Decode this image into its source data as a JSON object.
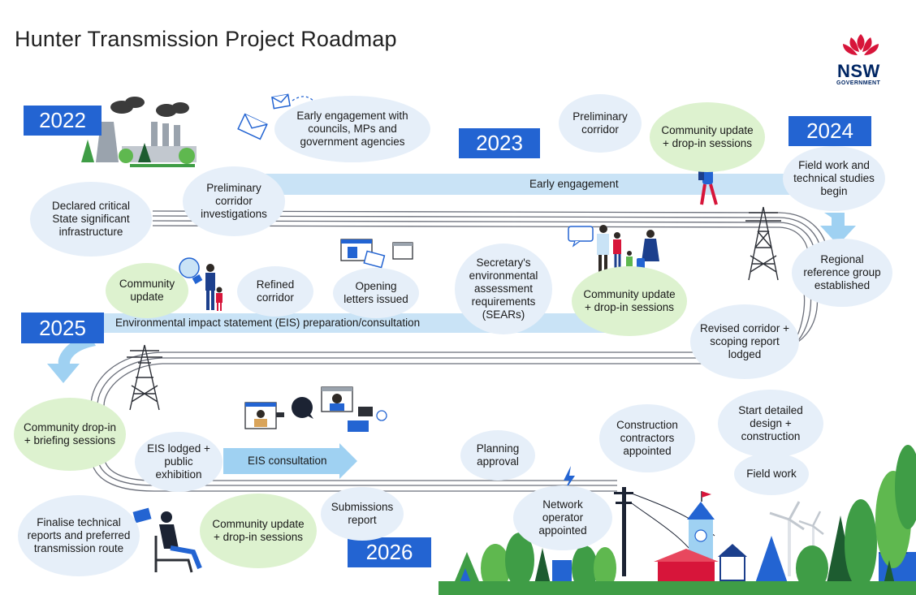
{
  "title": "Hunter Transmission Project Roadmap",
  "logo": {
    "text": "NSW",
    "subtext": "GOVERNMENT"
  },
  "colors": {
    "year_badge": "#2364d2",
    "blue_bubble": "#e6eff9",
    "green_bubble": "#ddf2cf",
    "band": "#c9e3f6",
    "arrow": "#9fd1f2",
    "track": "#6b6f7a",
    "tree_green": "#3f9d46",
    "tree_dark": "#1d5c30",
    "logo_red": "#d7153a"
  },
  "years": [
    "2022",
    "2023",
    "2024",
    "2025",
    "2026"
  ],
  "bands": {
    "early_engagement": "Early engagement",
    "eis_preparation": "Environmental impact statement (EIS) preparation/consultation",
    "eis_consultation": "EIS consultation"
  },
  "milestones": {
    "declared": "Declared critical State significant infrastructure",
    "prelim_investigations": "Preliminary corridor investigations",
    "early_engagement_councils": "Early engagement with councils, MPs and government agencies",
    "prelim_corridor": "Preliminary corridor",
    "community_update_dropin_1": "Community update + drop-in sessions",
    "field_work_studies": "Field work and technical studies begin",
    "regional_reference": "Regional reference group established",
    "community_update_dropin_2": "Community update + drop-in sessions",
    "sears": "Secretary's environmental assessment requirements (SEARs)",
    "opening_letters": "Opening letters issued",
    "refined_corridor": "Refined corridor",
    "community_update": "Community update",
    "revised_corridor": "Revised corridor + scoping report lodged",
    "community_dropin_briefing": "Community drop-in + briefing sessions",
    "eis_lodged": "EIS lodged + public exhibition",
    "planning_approval": "Planning approval",
    "construction_contractors": "Construction contractors appointed",
    "start_detailed_design": "Start detailed design + construction",
    "field_work": "Field work",
    "finalise_reports": "Finalise technical reports and preferred transmission route",
    "community_update_dropin_3": "Community update + drop-in sessions",
    "submissions_report": "Submissions report",
    "network_operator": "Network operator appointed"
  },
  "icons": [
    "waratah-logo",
    "power-station",
    "envelope",
    "paper-plane",
    "hiker",
    "transmission-tower",
    "speech-bubble",
    "family",
    "lightbulb",
    "laptop",
    "video-call",
    "lightning-bolt",
    "power-pole",
    "clock-tower",
    "house",
    "wind-turbine",
    "tree"
  ]
}
